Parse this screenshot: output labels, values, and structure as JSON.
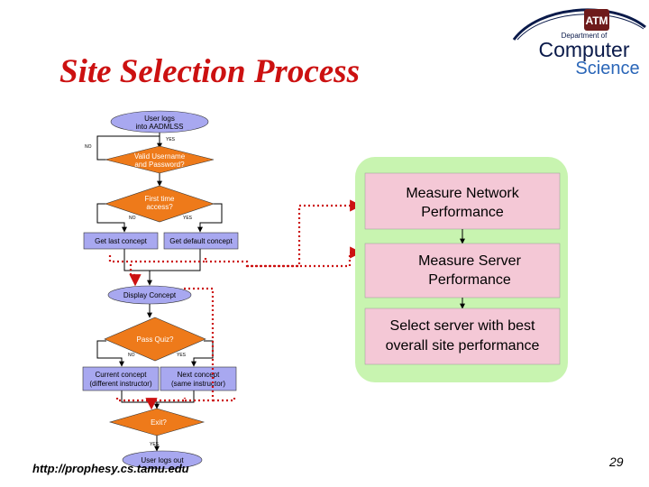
{
  "title": "Site Selection Process",
  "logo": {
    "seal_text": "ATM",
    "department_of": "Department of",
    "computer": "Computer",
    "science": "Science"
  },
  "flowchart": {
    "login": [
      "User logs",
      "into AADMLSS"
    ],
    "yes_1": "YES",
    "no_1": "NO",
    "validate": [
      "Valid Username",
      "and Password?"
    ],
    "first_time": [
      "First time",
      "access?"
    ],
    "no_2": "NO",
    "yes_2": "YES",
    "get_last": "Get last concept",
    "get_default": "Get default concept",
    "display": "Display Concept",
    "pass_quiz": "Pass Quiz?",
    "no_3": "NO",
    "yes_3": "YES",
    "current_concept": [
      "Current concept",
      "(different instructor)"
    ],
    "next_concept": [
      "Next concept",
      "(same instructor)"
    ],
    "exit": "Exit?",
    "yes_4": "YES",
    "logout": "User logs out"
  },
  "site_selection": {
    "measure_network": [
      "Measure Network",
      "Performance"
    ],
    "measure_server": [
      "Measure Server",
      "Performance"
    ],
    "select_server": [
      "Select server with best",
      "overall site performance"
    ]
  },
  "footer_url": "http://prophesy.cs.tamu.edu",
  "page_number": "29",
  "colors": {
    "title": "#cc1111",
    "process_box": "#a8a8f0",
    "decision": "#ee7a1a",
    "panel": "#c8f4b0",
    "panel_box": "#f4c8d6",
    "link_line": "#cc1111"
  }
}
